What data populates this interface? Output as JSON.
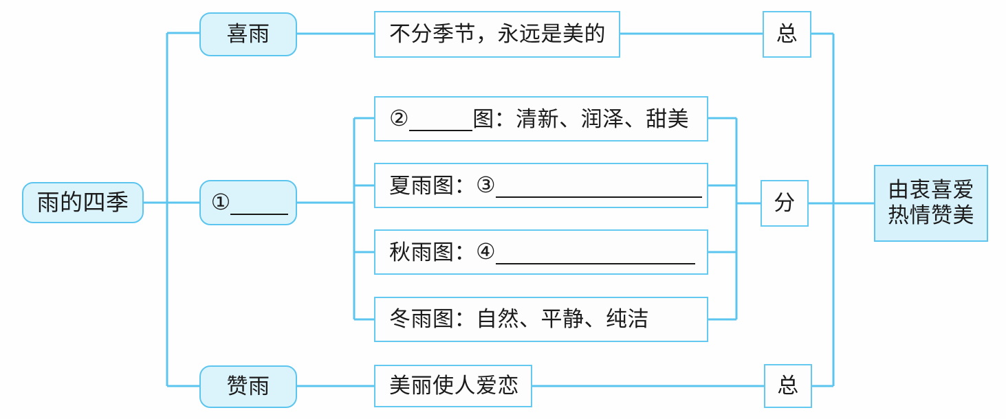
{
  "diagram": {
    "title_node": {
      "label": "雨的四季"
    },
    "branches": [
      {
        "id": "b1",
        "label": "喜雨"
      },
      {
        "id": "b2",
        "number": "①",
        "label": "",
        "has_blank": true
      },
      {
        "id": "b3",
        "label": "赞雨"
      }
    ],
    "details": [
      {
        "id": "d1",
        "text": "不分季节，永远是美的"
      },
      {
        "id": "d2",
        "number": "②",
        "prefix": "",
        "suffix": "图：清新、润泽、甜美",
        "has_blank": true
      },
      {
        "id": "d3",
        "prefix": "夏雨图：",
        "number": "③",
        "suffix": "",
        "has_blank": true
      },
      {
        "id": "d4",
        "prefix": "秋雨图：",
        "number": "④",
        "suffix": "",
        "has_blank": true
      },
      {
        "id": "d5",
        "text": "冬雨图：自然、平静、纯洁"
      },
      {
        "id": "d6",
        "text": "美丽使人爱恋"
      }
    ],
    "structure_markers": [
      {
        "id": "m1",
        "label": "总"
      },
      {
        "id": "m2",
        "label": "分"
      },
      {
        "id": "m3",
        "label": "总"
      }
    ],
    "conclusion": {
      "line1": "由衷喜爱",
      "line2": "热情赞美"
    }
  },
  "colors": {
    "line": "#5bc5ef",
    "fill_light": "#dbf3fb",
    "fill_white": "#fdfdfd",
    "text": "#1b1b1b",
    "blank_rule": "#171717"
  }
}
